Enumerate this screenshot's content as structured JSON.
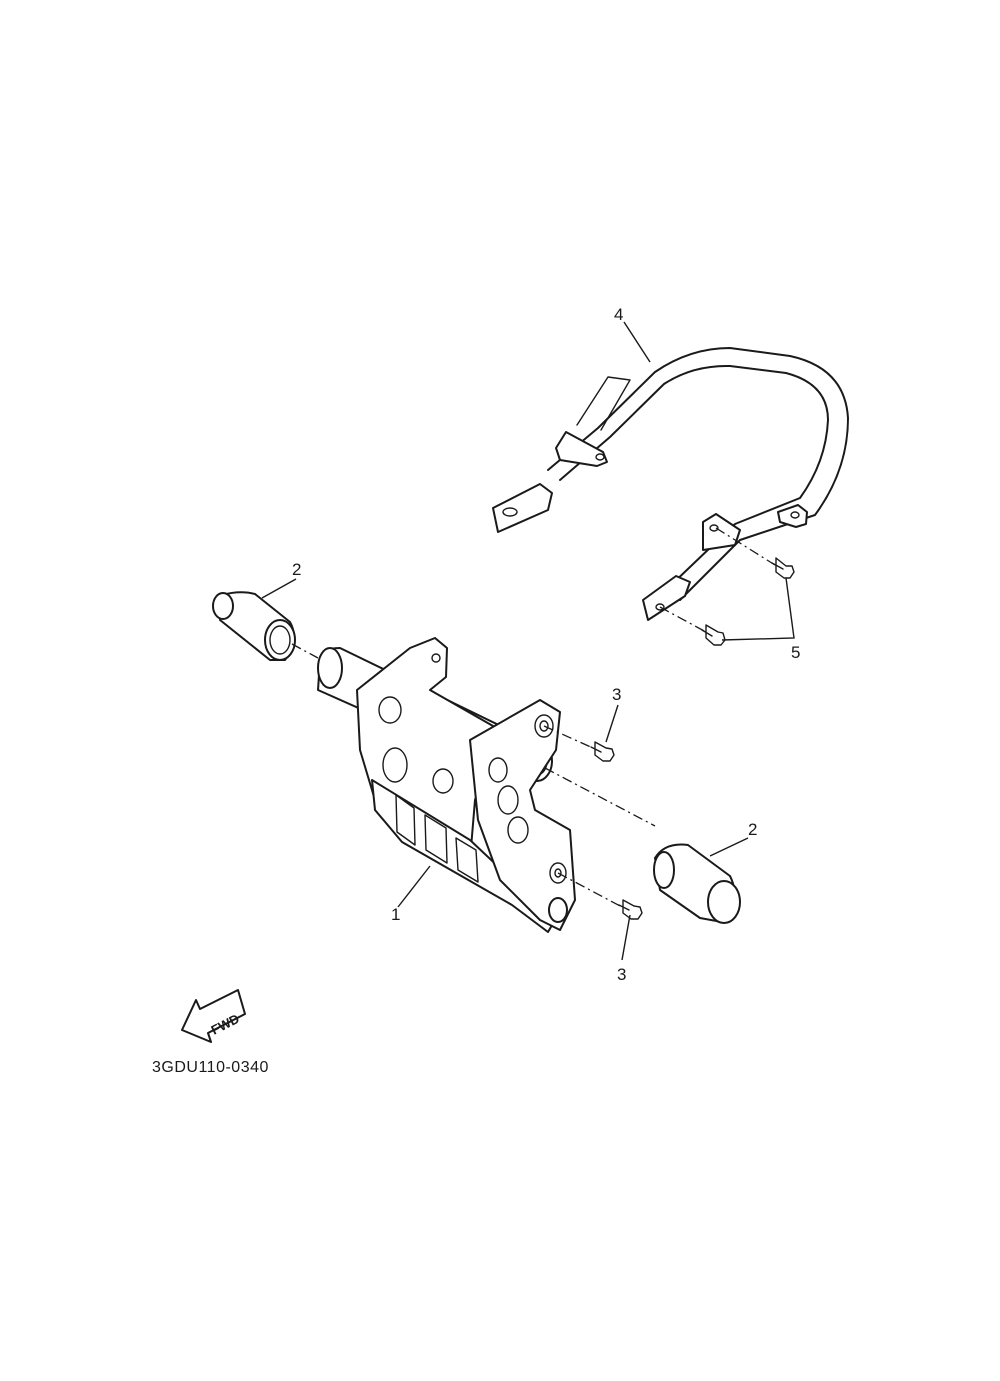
{
  "diagram": {
    "part_code": "3GDU110-0340",
    "direction_label": "FWD",
    "callouts": {
      "c1": "1",
      "c2a": "2",
      "c2b": "2",
      "c3a": "3",
      "c3b": "3",
      "c4": "4",
      "c5": "5"
    }
  }
}
